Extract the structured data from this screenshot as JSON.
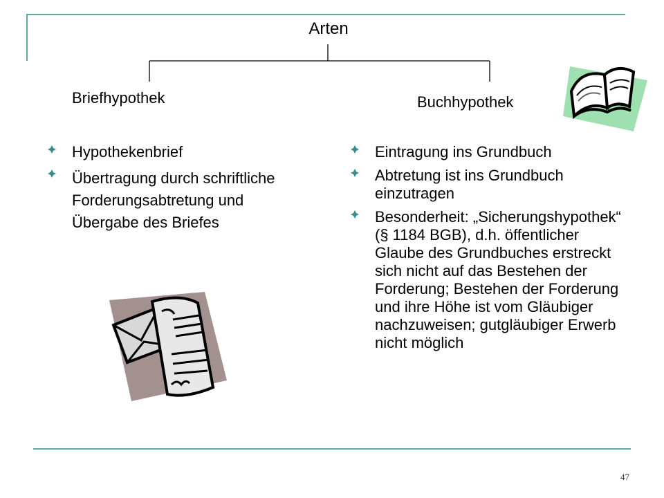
{
  "title": "Arten",
  "left": {
    "heading": "Briefhypothek",
    "bullets": [
      "Hypothekenbrief",
      "Übertragung durch schriftliche Forderungsabtretung und Übergabe des Briefes"
    ]
  },
  "right": {
    "heading": "Buchhypothek",
    "bullets": [
      "Eintragung ins Grundbuch",
      "Abtretung ist ins Grundbuch einzutragen",
      "Besonderheit: „Sicherungshypothek“ (§ 1184 BGB), d.h. öffentlicher Glaube des Grundbuches erstreckt sich nicht auf das Bestehen der Forderung; Bestehen der Forderung und ihre Höhe ist vom Gläubiger nachzuweisen; gutgläubiger Erwerb nicht möglich"
    ]
  },
  "page_number": "47",
  "colors": {
    "rule": "#5fa8a8",
    "bullet": "#3b8a8a",
    "clipart_book_bg": "#9fe0b0",
    "clipart_letter_bg": "#a39190"
  },
  "icons": [
    "book-clipart",
    "letter-clipart"
  ]
}
